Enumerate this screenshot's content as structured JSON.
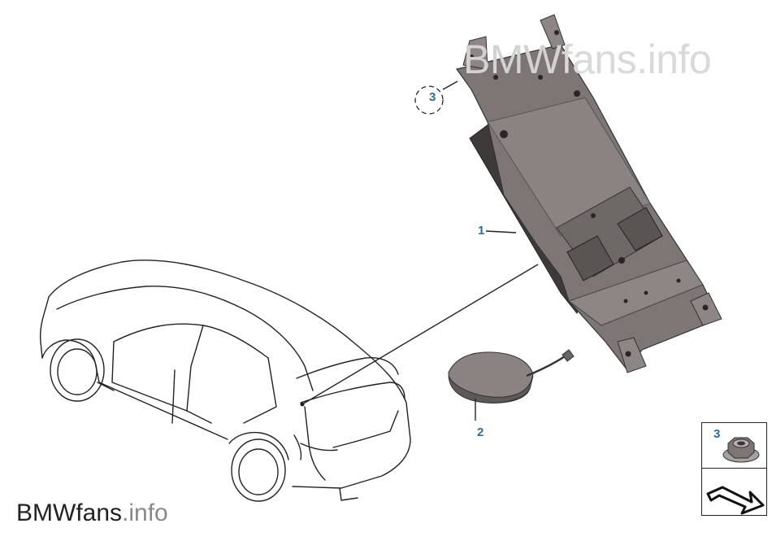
{
  "watermark": {
    "top_main": "BMW",
    "top_suffix": "fans.info",
    "bottom_main": "BMWfans",
    "bottom_suffix": ".info"
  },
  "callouts": {
    "part_1": "1",
    "part_2": "2",
    "part_3": "3",
    "legend_3": "3"
  },
  "icons": {
    "car": "car-outline-icon",
    "control_unit": "control-unit-bracket-icon",
    "antenna": "antenna-module-icon",
    "nut": "flange-nut-icon",
    "arrow": "direction-arrow-icon"
  },
  "colors": {
    "callout": "#2f6aa0",
    "metal": "#7d7675",
    "metal_dark": "#4a4444",
    "metal_light": "#a59e9c",
    "line": "#222222"
  }
}
